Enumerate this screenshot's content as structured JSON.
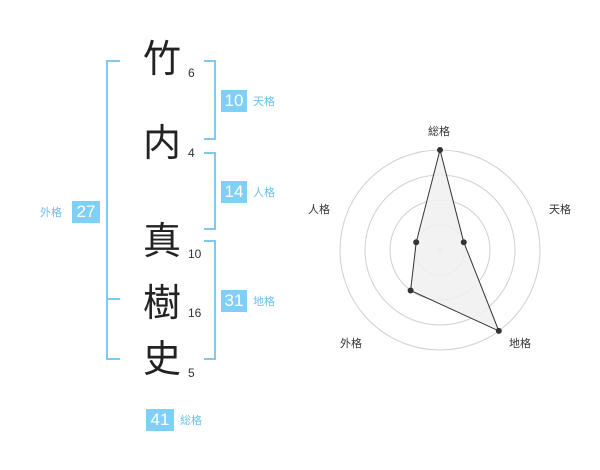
{
  "name": {
    "chars": [
      {
        "char": "竹",
        "strokes": "6"
      },
      {
        "char": "内",
        "strokes": "4"
      },
      {
        "char": "真",
        "strokes": "10"
      },
      {
        "char": "樹",
        "strokes": "16"
      },
      {
        "char": "史",
        "strokes": "5"
      }
    ]
  },
  "scores": {
    "tenkaku": {
      "value": "10",
      "label": "天格"
    },
    "jinkaku": {
      "value": "14",
      "label": "人格"
    },
    "chikaku": {
      "value": "31",
      "label": "地格"
    },
    "gaikaku": {
      "value": "27",
      "label": "外格"
    },
    "soukaku": {
      "value": "41",
      "label": "総格"
    }
  },
  "chart_data": {
    "type": "radar",
    "axes": [
      "総格",
      "天格",
      "地格",
      "外格",
      "人格"
    ],
    "values": [
      4,
      1,
      4,
      2,
      1
    ],
    "rmax": 4,
    "rings": 4,
    "colors": {
      "fill": "#f0f0f0",
      "line": "#333333",
      "grid": "#d0d0d0",
      "bracket": "#7fcaf2",
      "box": "#7fd0f7"
    }
  }
}
